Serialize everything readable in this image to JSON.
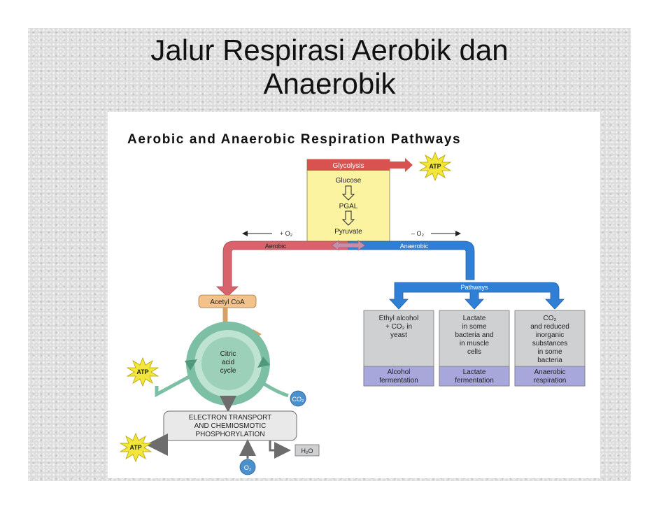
{
  "slide": {
    "title_line1": "Jalur Respirasi Aerobik dan",
    "title_line2": "Anaerobik"
  },
  "figure": {
    "heading": "Aerobic and Anaerobic Respiration Pathways",
    "glycolysis": {
      "label": "Glycolysis",
      "glucose": "Glucose",
      "pgal": "PGAL",
      "pyruvate": "Pyruvate"
    },
    "atp": "ATP",
    "o2_plus": "+ O₂",
    "o2_minus": "– O₂",
    "aerobic": "Aerobic",
    "anaerobic": "Anaerobic",
    "pathways": "Pathways",
    "acetyl_coa": "Acetyl CoA",
    "citric_cycle": [
      "Citric",
      "acid",
      "cycle"
    ],
    "co2": "CO₂",
    "etc": [
      "ELECTRON TRANSPORT",
      "AND CHEMIOSMOTIC",
      "PHOSPHORYLATION"
    ],
    "h2o": "H₂O",
    "o2": "O₂",
    "products": [
      {
        "lines": [
          "Ethyl alcohol",
          "+ CO₂ in",
          "yeast"
        ],
        "footer": [
          "Alcohol",
          "fermentation"
        ]
      },
      {
        "lines": [
          "Lactate",
          "in some",
          "bacteria and",
          "in muscle",
          "cells"
        ],
        "footer": [
          "Lactate",
          "fermentation"
        ]
      },
      {
        "lines": [
          "CO₂",
          "and reduced",
          "inorganic",
          "substances",
          "in some",
          "bacteria"
        ],
        "footer": [
          "Anaerobic",
          "respiration"
        ]
      }
    ]
  },
  "colors": {
    "glycolysis_box": "#fbf3a0",
    "glycolysis_header": "#d8534f",
    "aerobic_arrow": "#d9636d",
    "anaerobic_arrow": "#2f7fd6",
    "atp_burst": "#f3e63a",
    "cycle_green": "#7dbfa4",
    "product_box": "#cfd0d2",
    "product_footer": "#a7a7dc",
    "acetyl_box": "#f3c28b",
    "o2_co2_circle": "#4a90cc"
  }
}
